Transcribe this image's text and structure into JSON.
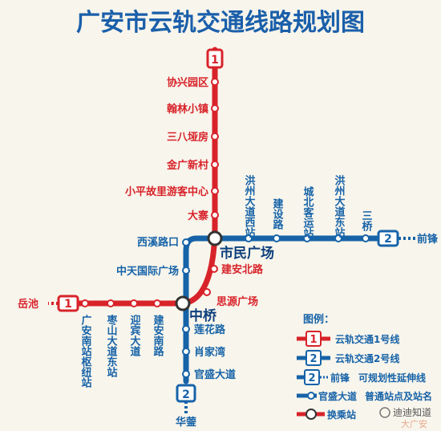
{
  "title": "广安市云轨交通线路规划图",
  "colors": {
    "line1": "#d8232a",
    "line2": "#1663a8",
    "bg": "#f8f5ec",
    "station": "#ffffff"
  },
  "line1": {
    "number": "1",
    "north_stations": [
      "协兴园区",
      "翰林小镇",
      "三八垭房",
      "金广新村",
      "小平故里游客中心",
      "大寨"
    ],
    "south_stations": [
      "建安北路",
      "思源广场"
    ],
    "west_end": "岳池",
    "west_stations": [
      "广安南站枢纽站",
      "枣山大道东站",
      "迎宾大道",
      "建安南路"
    ]
  },
  "line2": {
    "number": "2",
    "east_stations": [
      "洪州大道西站",
      "建设路",
      "城北客运站",
      "洪州大道东站",
      "三桥"
    ],
    "extension_label": "前锋",
    "west_stations": [
      "西溪路口",
      "中天国际广场"
    ],
    "south_stations": [
      "莲花路",
      "肖家湾",
      "官盛大道"
    ],
    "south_end": "华蓥"
  },
  "interchanges": [
    "市民广场",
    "中桥"
  ],
  "legend": {
    "title": "图例：",
    "items": [
      "云轨交通1号线",
      "云轨交通2号线",
      "可规划性延伸线",
      "普通站点及站名",
      "换乘站"
    ],
    "sample_ext": "前锋",
    "sample_station": "官盛大道"
  },
  "watermark": {
    "left": "迪迪知道",
    "right": "大广安"
  }
}
